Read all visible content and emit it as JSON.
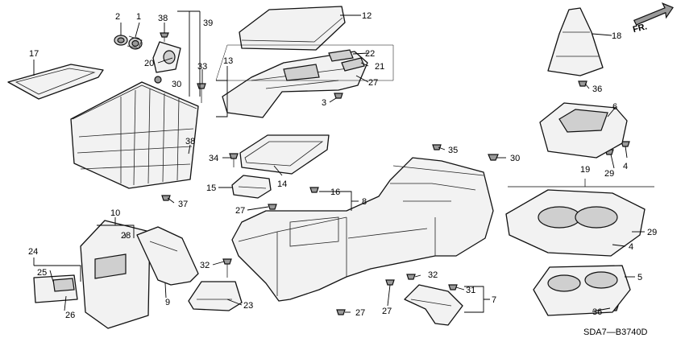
{
  "diagram_code": "SDA7—B3740D",
  "direction_marker": "FR.",
  "callouts": {
    "c1": "1",
    "c2": "2",
    "c3": "3",
    "c4a": "4",
    "c4b": "4",
    "c5": "5",
    "c6": "6",
    "c7": "7",
    "c8": "8",
    "c9": "9",
    "c10": "10",
    "c12": "12",
    "c13": "13",
    "c14": "14",
    "c15": "15",
    "c16": "16",
    "c17": "17",
    "c18": "18",
    "c19": "19",
    "c20": "20",
    "c21": "21",
    "c22": "22",
    "c23": "23",
    "c24": "24",
    "c25": "25",
    "c26": "26",
    "c27a": "27",
    "c27b": "27",
    "c27c": "27",
    "c27d": "27",
    "c28": "28",
    "c29a": "29",
    "c29b": "29",
    "c30a": "30",
    "c30b": "30",
    "c31": "31",
    "c32a": "32",
    "c32b": "32",
    "c33": "33",
    "c34": "34",
    "c35": "35",
    "c36a": "36",
    "c36b": "36",
    "c37": "37",
    "c38a": "38",
    "c38b": "38",
    "c39": "39"
  }
}
